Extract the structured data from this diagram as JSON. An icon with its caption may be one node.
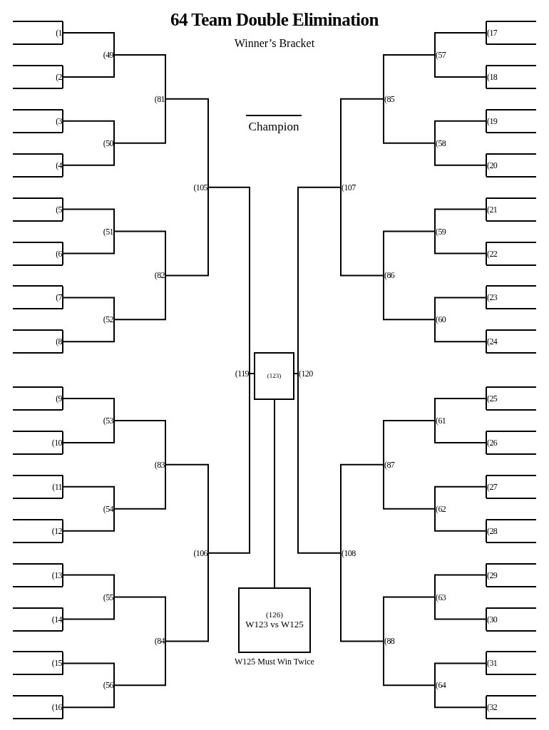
{
  "diagram": {
    "title": "64 Team Double Elimination",
    "labels": [
      "Winner’s Bracket",
      "Champion"
    ],
    "nodes": [
      {
        "text": [
          "(1"
        ]
      },
      {
        "text": [
          "(2"
        ]
      },
      {
        "text": [
          "(3"
        ]
      },
      {
        "text": [
          "(4"
        ]
      },
      {
        "text": [
          "(5"
        ]
      },
      {
        "text": [
          "(6"
        ]
      },
      {
        "text": [
          "(7"
        ]
      },
      {
        "text": [
          "(8"
        ]
      },
      {
        "text": [
          "(9"
        ]
      },
      {
        "text": [
          "(10"
        ]
      },
      {
        "text": [
          "(11"
        ]
      },
      {
        "text": [
          "(12"
        ]
      },
      {
        "text": [
          "(13"
        ]
      },
      {
        "text": [
          "(14"
        ]
      },
      {
        "text": [
          "(15"
        ]
      },
      {
        "text": [
          "(16"
        ]
      },
      {
        "text": [
          "(17"
        ]
      },
      {
        "text": [
          "(18"
        ]
      },
      {
        "text": [
          "(19"
        ]
      },
      {
        "text": [
          "(20"
        ]
      },
      {
        "text": [
          "(21"
        ]
      },
      {
        "text": [
          "(22"
        ]
      },
      {
        "text": [
          "(23"
        ]
      },
      {
        "text": [
          "(24"
        ]
      },
      {
        "text": [
          "(25"
        ]
      },
      {
        "text": [
          "(26"
        ]
      },
      {
        "text": [
          "(27"
        ]
      },
      {
        "text": [
          "(28"
        ]
      },
      {
        "text": [
          "(29"
        ]
      },
      {
        "text": [
          "(30"
        ]
      },
      {
        "text": [
          "(31"
        ]
      },
      {
        "text": [
          "(32"
        ]
      },
      {
        "text": [
          "(49"
        ]
      },
      {
        "text": [
          "(50"
        ]
      },
      {
        "text": [
          "(51"
        ]
      },
      {
        "text": [
          "(52"
        ]
      },
      {
        "text": [
          "(53"
        ]
      },
      {
        "text": [
          "(54"
        ]
      },
      {
        "text": [
          "(55"
        ]
      },
      {
        "text": [
          "(56"
        ]
      },
      {
        "text": [
          "(57"
        ]
      },
      {
        "text": [
          "(58"
        ]
      },
      {
        "text": [
          "(59"
        ]
      },
      {
        "text": [
          "(60"
        ]
      },
      {
        "text": [
          "(61"
        ]
      },
      {
        "text": [
          "(62"
        ]
      },
      {
        "text": [
          "(63"
        ]
      },
      {
        "text": [
          "(64"
        ]
      },
      {
        "text": [
          "(81"
        ]
      },
      {
        "text": [
          "(82"
        ]
      },
      {
        "text": [
          "(83"
        ]
      },
      {
        "text": [
          "(84"
        ]
      },
      {
        "text": [
          "(85"
        ]
      },
      {
        "text": [
          "(86"
        ]
      },
      {
        "text": [
          "(87"
        ]
      },
      {
        "text": [
          "(88"
        ]
      },
      {
        "text": [
          "(105"
        ]
      },
      {
        "text": [
          "(106"
        ]
      },
      {
        "text": [
          "(107"
        ]
      },
      {
        "text": [
          "(108"
        ]
      },
      {
        "text": [
          "(119"
        ]
      },
      {
        "text": [
          "(120"
        ]
      },
      {
        "text": [
          "(123)"
        ]
      },
      {
        "text": [
          "(126)",
          "W123 vs W125"
        ],
        "beside": [
          "W125 Must Win Twice"
        ]
      },
      {
        "text": [],
        "shape": "line"
      },
      {
        "text": [],
        "shape": "line"
      },
      {
        "text": [],
        "shape": "line"
      },
      {
        "text": [],
        "shape": "line"
      },
      {
        "text": [],
        "shape": "line"
      },
      {
        "text": [],
        "shape": "line"
      },
      {
        "text": [],
        "shape": "line"
      },
      {
        "text": [],
        "shape": "line"
      },
      {
        "text": [],
        "shape": "line"
      },
      {
        "text": [],
        "shape": "line"
      },
      {
        "text": [],
        "shape": "line"
      },
      {
        "text": [],
        "shape": "line"
      },
      {
        "text": [],
        "shape": "line"
      },
      {
        "text": [],
        "shape": "line"
      },
      {
        "text": [],
        "shape": "line"
      },
      {
        "text": [],
        "shape": "line"
      },
      {
        "text": [],
        "shape": "line"
      },
      {
        "text": [],
        "shape": "line"
      },
      {
        "text": [],
        "shape": "line"
      },
      {
        "text": [],
        "shape": "line"
      },
      {
        "text": [],
        "shape": "line"
      },
      {
        "text": [],
        "shape": "line"
      },
      {
        "text": [],
        "shape": "line"
      },
      {
        "text": [],
        "shape": "line"
      },
      {
        "text": [],
        "shape": "line"
      },
      {
        "text": [],
        "shape": "line"
      },
      {
        "text": [],
        "shape": "line"
      },
      {
        "text": [],
        "shape": "line"
      },
      {
        "text": [],
        "shape": "line"
      },
      {
        "text": [],
        "shape": "line"
      },
      {
        "text": [],
        "shape": "line"
      },
      {
        "text": [],
        "shape": "line"
      },
      {
        "text": [],
        "shape": "line"
      },
      {
        "text": [],
        "shape": "line"
      },
      {
        "text": [],
        "shape": "line"
      },
      {
        "text": [],
        "shape": "line"
      },
      {
        "text": [],
        "shape": "line"
      },
      {
        "text": [],
        "shape": "line"
      },
      {
        "text": [],
        "shape": "line"
      },
      {
        "text": [],
        "shape": "line"
      },
      {
        "text": [],
        "shape": "line"
      },
      {
        "text": [],
        "shape": "line"
      },
      {
        "text": [],
        "shape": "line"
      },
      {
        "text": [],
        "shape": "line"
      },
      {
        "text": [],
        "shape": "line"
      },
      {
        "text": [],
        "shape": "line"
      },
      {
        "text": [],
        "shape": "line"
      },
      {
        "text": [],
        "shape": "line"
      },
      {
        "text": [],
        "shape": "line"
      },
      {
        "text": [],
        "shape": "line"
      },
      {
        "text": [],
        "shape": "line"
      },
      {
        "text": [],
        "shape": "line"
      },
      {
        "text": [],
        "shape": "line"
      },
      {
        "text": [],
        "shape": "line"
      },
      {
        "text": [],
        "shape": "line"
      },
      {
        "text": [],
        "shape": "line"
      },
      {
        "text": [],
        "shape": "line"
      },
      {
        "text": [],
        "shape": "line"
      },
      {
        "text": [],
        "shape": "line"
      },
      {
        "text": [],
        "shape": "line"
      },
      {
        "text": [],
        "shape": "line"
      },
      {
        "text": [],
        "shape": "line"
      },
      {
        "text": [],
        "shape": "line"
      },
      {
        "text": [],
        "shape": "line"
      }
    ],
    "edges": [
      {
        "from": 64,
        "to": 0,
        "arrow": "none"
      },
      {
        "from": 65,
        "to": 0,
        "arrow": "none"
      },
      {
        "from": 66,
        "to": 1,
        "arrow": "none"
      },
      {
        "from": 67,
        "to": 1,
        "arrow": "none"
      },
      {
        "from": 68,
        "to": 2,
        "arrow": "none"
      },
      {
        "from": 69,
        "to": 2,
        "arrow": "none"
      },
      {
        "from": 70,
        "to": 3,
        "arrow": "none"
      },
      {
        "from": 71,
        "to": 3,
        "arrow": "none"
      },
      {
        "from": 72,
        "to": 4,
        "arrow": "none"
      },
      {
        "from": 73,
        "to": 4,
        "arrow": "none"
      },
      {
        "from": 74,
        "to": 5,
        "arrow": "none"
      },
      {
        "from": 75,
        "to": 5,
        "arrow": "none"
      },
      {
        "from": 76,
        "to": 6,
        "arrow": "none"
      },
      {
        "from": 77,
        "to": 6,
        "arrow": "none"
      },
      {
        "from": 78,
        "to": 7,
        "arrow": "none"
      },
      {
        "from": 79,
        "to": 7,
        "arrow": "none"
      },
      {
        "from": 80,
        "to": 8,
        "arrow": "none"
      },
      {
        "from": 81,
        "to": 8,
        "arrow": "none"
      },
      {
        "from": 82,
        "to": 9,
        "arrow": "none"
      },
      {
        "from": 83,
        "to": 9,
        "arrow": "none"
      },
      {
        "from": 84,
        "to": 10,
        "arrow": "none"
      },
      {
        "from": 85,
        "to": 10,
        "arrow": "none"
      },
      {
        "from": 86,
        "to": 11,
        "arrow": "none"
      },
      {
        "from": 87,
        "to": 11,
        "arrow": "none"
      },
      {
        "from": 88,
        "to": 12,
        "arrow": "none"
      },
      {
        "from": 89,
        "to": 12,
        "arrow": "none"
      },
      {
        "from": 90,
        "to": 13,
        "arrow": "none"
      },
      {
        "from": 91,
        "to": 13,
        "arrow": "none"
      },
      {
        "from": 92,
        "to": 14,
        "arrow": "none"
      },
      {
        "from": 93,
        "to": 14,
        "arrow": "none"
      },
      {
        "from": 94,
        "to": 15,
        "arrow": "none"
      },
      {
        "from": 95,
        "to": 15,
        "arrow": "none"
      },
      {
        "from": 96,
        "to": 16,
        "arrow": "none"
      },
      {
        "from": 97,
        "to": 16,
        "arrow": "none"
      },
      {
        "from": 98,
        "to": 17,
        "arrow": "none"
      },
      {
        "from": 99,
        "to": 17,
        "arrow": "none"
      },
      {
        "from": 100,
        "to": 18,
        "arrow": "none"
      },
      {
        "from": 101,
        "to": 18,
        "arrow": "none"
      },
      {
        "from": 102,
        "to": 19,
        "arrow": "none"
      },
      {
        "from": 103,
        "to": 19,
        "arrow": "none"
      },
      {
        "from": 104,
        "to": 20,
        "arrow": "none"
      },
      {
        "from": 105,
        "to": 20,
        "arrow": "none"
      },
      {
        "from": 106,
        "to": 21,
        "arrow": "none"
      },
      {
        "from": 107,
        "to": 21,
        "arrow": "none"
      },
      {
        "from": 108,
        "to": 22,
        "arrow": "none"
      },
      {
        "from": 109,
        "to": 22,
        "arrow": "none"
      },
      {
        "from": 110,
        "to": 23,
        "arrow": "none"
      },
      {
        "from": 111,
        "to": 23,
        "arrow": "none"
      },
      {
        "from": 112,
        "to": 24,
        "arrow": "none"
      },
      {
        "from": 113,
        "to": 24,
        "arrow": "none"
      },
      {
        "from": 114,
        "to": 25,
        "arrow": "none"
      },
      {
        "from": 115,
        "to": 25,
        "arrow": "none"
      },
      {
        "from": 116,
        "to": 26,
        "arrow": "none"
      },
      {
        "from": 117,
        "to": 26,
        "arrow": "none"
      },
      {
        "from": 118,
        "to": 27,
        "arrow": "none"
      },
      {
        "from": 119,
        "to": 27,
        "arrow": "none"
      },
      {
        "from": 120,
        "to": 28,
        "arrow": "none"
      },
      {
        "from": 121,
        "to": 28,
        "arrow": "none"
      },
      {
        "from": 122,
        "to": 29,
        "arrow": "none"
      },
      {
        "from": 123,
        "to": 29,
        "arrow": "none"
      },
      {
        "from": 124,
        "to": 30,
        "arrow": "none"
      },
      {
        "from": 125,
        "to": 30,
        "arrow": "none"
      },
      {
        "from": 126,
        "to": 31,
        "arrow": "none"
      },
      {
        "from": 127,
        "to": 31,
        "arrow": "none"
      },
      {
        "from": 0,
        "to": 32,
        "arrow": "none"
      },
      {
        "from": 1,
        "to": 32,
        "arrow": "none"
      },
      {
        "from": 2,
        "to": 33,
        "arrow": "none"
      },
      {
        "from": 3,
        "to": 33,
        "arrow": "none"
      },
      {
        "from": 4,
        "to": 34,
        "arrow": "none"
      },
      {
        "from": 5,
        "to": 34,
        "arrow": "none"
      },
      {
        "from": 6,
        "to": 35,
        "arrow": "none"
      },
      {
        "from": 7,
        "to": 35,
        "arrow": "none"
      },
      {
        "from": 8,
        "to": 36,
        "arrow": "none"
      },
      {
        "from": 9,
        "to": 36,
        "arrow": "none"
      },
      {
        "from": 10,
        "to": 37,
        "arrow": "none"
      },
      {
        "from": 11,
        "to": 37,
        "arrow": "none"
      },
      {
        "from": 12,
        "to": 38,
        "arrow": "none"
      },
      {
        "from": 13,
        "to": 38,
        "arrow": "none"
      },
      {
        "from": 14,
        "to": 39,
        "arrow": "none"
      },
      {
        "from": 15,
        "to": 39,
        "arrow": "none"
      },
      {
        "from": 16,
        "to": 40,
        "arrow": "none"
      },
      {
        "from": 17,
        "to": 40,
        "arrow": "none"
      },
      {
        "from": 18,
        "to": 41,
        "arrow": "none"
      },
      {
        "from": 19,
        "to": 41,
        "arrow": "none"
      },
      {
        "from": 20,
        "to": 42,
        "arrow": "none"
      },
      {
        "from": 21,
        "to": 42,
        "arrow": "none"
      },
      {
        "from": 22,
        "to": 43,
        "arrow": "none"
      },
      {
        "from": 23,
        "to": 43,
        "arrow": "none"
      },
      {
        "from": 24,
        "to": 44,
        "arrow": "none"
      },
      {
        "from": 25,
        "to": 44,
        "arrow": "none"
      },
      {
        "from": 26,
        "to": 45,
        "arrow": "none"
      },
      {
        "from": 27,
        "to": 45,
        "arrow": "none"
      },
      {
        "from": 28,
        "to": 46,
        "arrow": "none"
      },
      {
        "from": 29,
        "to": 46,
        "arrow": "none"
      },
      {
        "from": 30,
        "to": 47,
        "arrow": "none"
      },
      {
        "from": 31,
        "to": 47,
        "arrow": "none"
      },
      {
        "from": 32,
        "to": 48,
        "arrow": "none"
      },
      {
        "from": 33,
        "to": 48,
        "arrow": "none"
      },
      {
        "from": 34,
        "to": 49,
        "arrow": "none"
      },
      {
        "from": 35,
        "to": 49,
        "arrow": "none"
      },
      {
        "from": 36,
        "to": 50,
        "arrow": "none"
      },
      {
        "from": 37,
        "to": 50,
        "arrow": "none"
      },
      {
        "from": 38,
        "to": 51,
        "arrow": "none"
      },
      {
        "from": 39,
        "to": 51,
        "arrow": "none"
      },
      {
        "from": 40,
        "to": 52,
        "arrow": "none"
      },
      {
        "from": 41,
        "to": 52,
        "arrow": "none"
      },
      {
        "from": 42,
        "to": 53,
        "arrow": "none"
      },
      {
        "from": 43,
        "to": 53,
        "arrow": "none"
      },
      {
        "from": 44,
        "to": 54,
        "arrow": "none"
      },
      {
        "from": 45,
        "to": 54,
        "arrow": "none"
      },
      {
        "from": 46,
        "to": 55,
        "arrow": "none"
      },
      {
        "from": 47,
        "to": 55,
        "arrow": "none"
      },
      {
        "from": 48,
        "to": 56,
        "arrow": "none"
      },
      {
        "from": 49,
        "to": 56,
        "arrow": "none"
      },
      {
        "from": 50,
        "to": 57,
        "arrow": "none"
      },
      {
        "from": 51,
        "to": 57,
        "arrow": "none"
      },
      {
        "from": 52,
        "to": 58,
        "arrow": "none"
      },
      {
        "from": 53,
        "to": 58,
        "arrow": "none"
      },
      {
        "from": 54,
        "to": 59,
        "arrow": "none"
      },
      {
        "from": 55,
        "to": 59,
        "arrow": "none"
      },
      {
        "from": 56,
        "to": 60,
        "arrow": "none"
      },
      {
        "from": 57,
        "to": 60,
        "arrow": "none"
      },
      {
        "from": 58,
        "to": 61,
        "arrow": "none"
      },
      {
        "from": 59,
        "to": 61,
        "arrow": "none"
      },
      {
        "from": 60,
        "to": 62,
        "arrow": "none"
      },
      {
        "from": 61,
        "to": 62,
        "arrow": "none"
      },
      {
        "from": 62,
        "to": 63,
        "arrow": "none"
      }
    ]
  }
}
